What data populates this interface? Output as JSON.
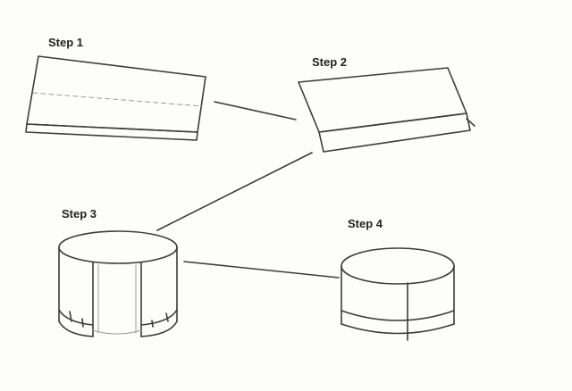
{
  "diagram": {
    "ink_color": "#3c3c3c",
    "faint_ink_color": "#9a9a9a",
    "paper_color": "#fdfdfb",
    "steps": [
      {
        "label": "Step 1"
      },
      {
        "label": "Step 2"
      },
      {
        "label": "Step 3"
      },
      {
        "label": "Step 4"
      }
    ]
  }
}
